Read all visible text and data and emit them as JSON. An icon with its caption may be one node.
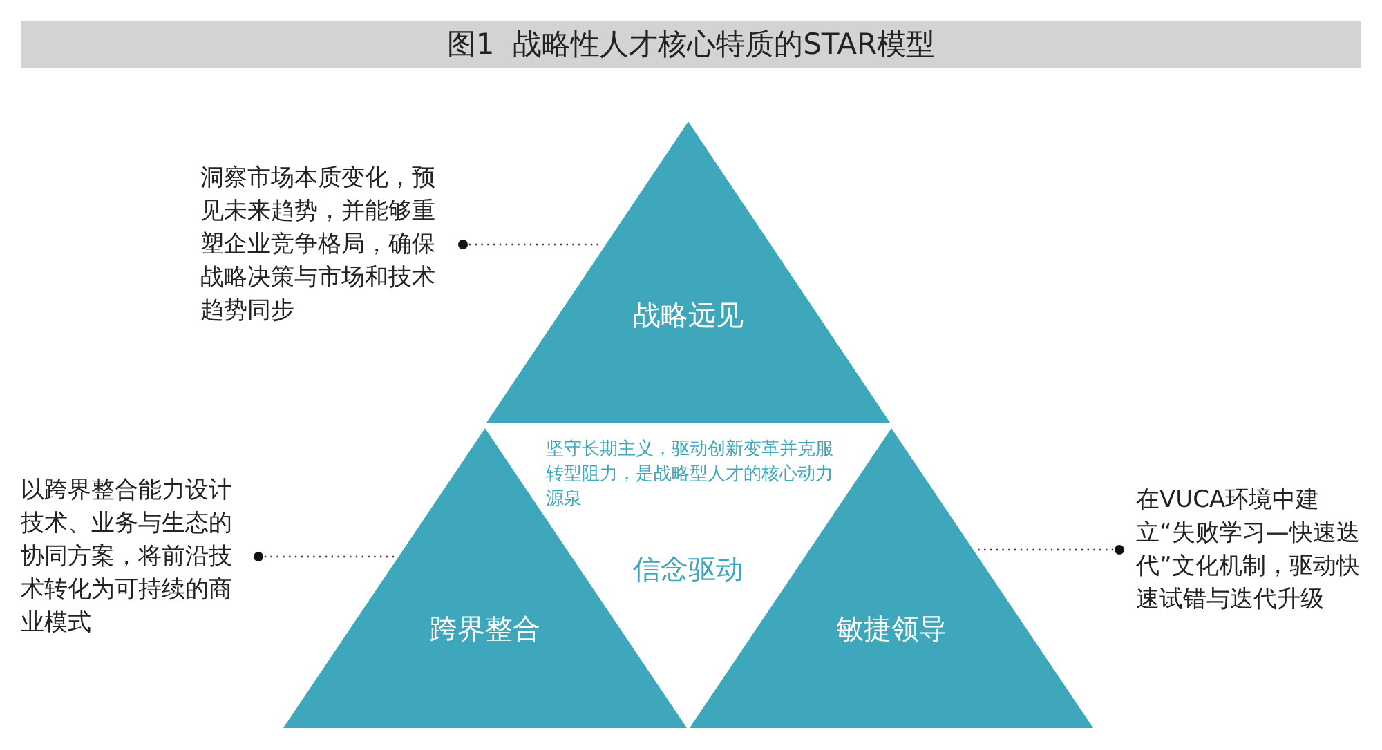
{
  "diagram": {
    "title": "图1  战略性人才核心特质的STAR模型",
    "nodes": [
      {
        "text": [
          "战略远见"
        ]
      },
      {
        "text": [
          "跨界整合"
        ]
      },
      {
        "text": [
          "敏捷领导"
        ]
      },
      {
        "text": [
          "坚守长期主义，驱动创新变革并克服转型阻力，是战略型人才的核心动力源泉",
          "信念驱动"
        ]
      },
      {
        "text": [
          "洞察市场本质变化，预见未来趋势，并能够重塑企业竞争格局，确保战略决策与市场和技术趋势同步"
        ]
      },
      {
        "text": [
          "以跨界整合能力设计技术、业务与生态的协同方案，将前沿技术转化为可持续的商业模式"
        ]
      },
      {
        "text": [
          "在VUCA环境中建立“失败学习—快速迭代”文化机制，驱动快速试错与迭代升级"
        ]
      }
    ],
    "edges": [
      {
        "from": 4,
        "to": 0,
        "arrow": "other",
        "style": "dashed"
      },
      {
        "from": 5,
        "to": 1,
        "arrow": "other",
        "style": "dashed"
      },
      {
        "from": 6,
        "to": 2,
        "arrow": "other",
        "style": "dashed"
      }
    ]
  }
}
